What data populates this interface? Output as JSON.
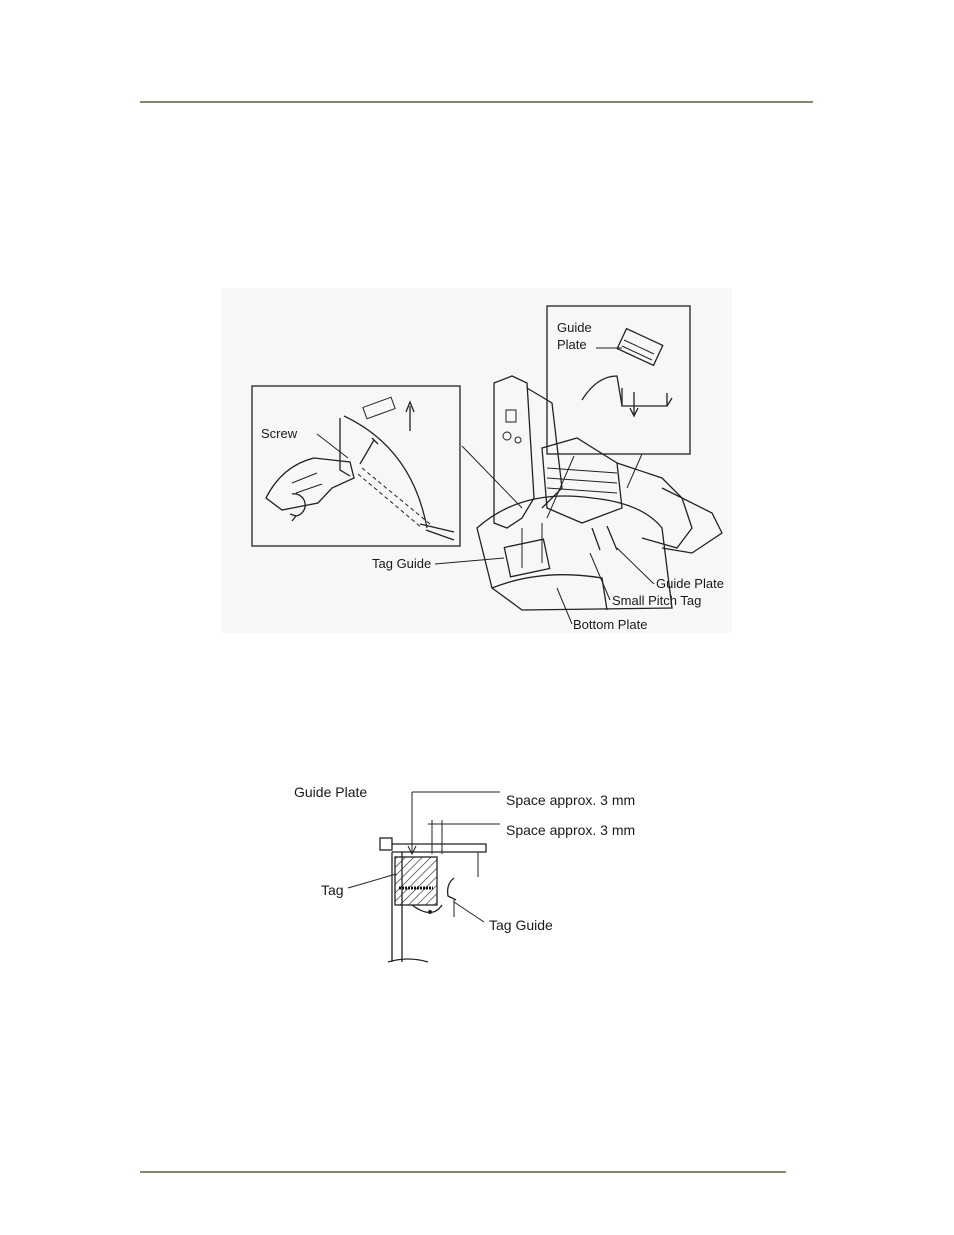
{
  "figure1": {
    "labels": {
      "guide_plate_top": [
        "Guide",
        "Plate"
      ],
      "screw": "Screw",
      "tag_guide": "Tag Guide",
      "guide_plate": "Guide Plate",
      "small_pitch_tag": "Small Pitch Tag",
      "bottom_plate": "Bottom Plate"
    }
  },
  "figure2": {
    "labels": {
      "guide_plate": "Guide Plate",
      "space_1": "Space approx. 3 mm",
      "space_2": "Space approx. 3 mm",
      "tag": "Tag",
      "tag_guide": "Tag Guide"
    }
  }
}
